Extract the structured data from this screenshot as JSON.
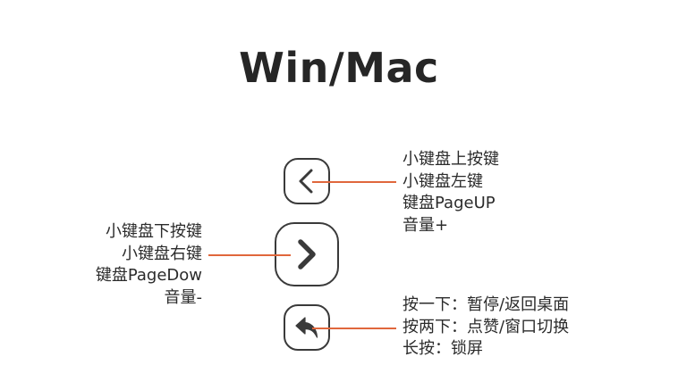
{
  "title": "Win/Mac",
  "colors": {
    "connector": "#e0673c",
    "key_border": "#3a3a3a",
    "text": "#2b2b2b"
  },
  "keys": [
    {
      "icon": "chevron-left-icon",
      "lines": [
        "小键盘上按键",
        "小键盘左键",
        "键盘PageUP",
        "音量+"
      ]
    },
    {
      "icon": "chevron-right-icon",
      "lines": [
        "小键盘下按键",
        "小键盘右键",
        "键盘PageDow",
        "音量-"
      ]
    },
    {
      "icon": "reply-arrow-icon",
      "lines": [
        "按一下：暂停/返回桌面",
        "按两下：点赞/窗口切换",
        "长按：锁屏"
      ]
    }
  ]
}
